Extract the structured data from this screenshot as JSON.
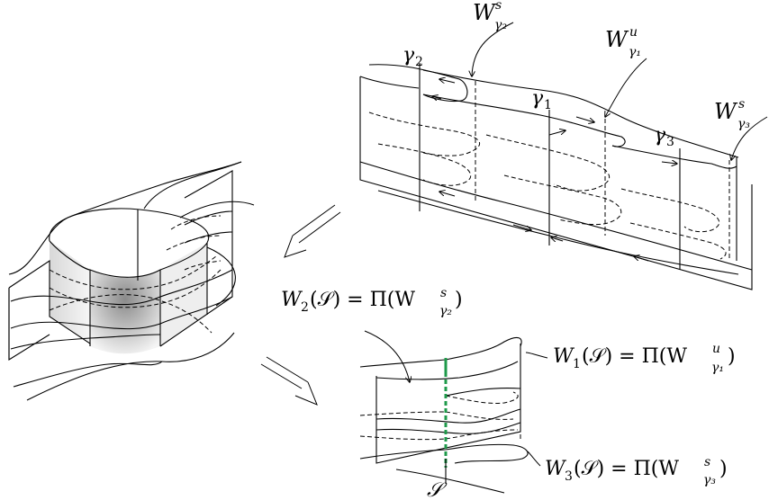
{
  "labels": {
    "gamma2": {
      "base": "γ",
      "sub": "2"
    },
    "gamma1": {
      "base": "γ",
      "sub": "1"
    },
    "gamma3": {
      "base": "γ",
      "sub": "3"
    },
    "w_s_gamma2": {
      "base": "W",
      "sup": "s",
      "sub": "γ₂"
    },
    "w_u_gamma1": {
      "base": "W",
      "sup": "u",
      "sub": "γ₁"
    },
    "w_s_gamma3": {
      "base": "W",
      "sup": "s",
      "sub": "γ₃"
    },
    "eq_w2": {
      "lhs": "W",
      "lhs_sub": "2",
      "mid": "(𝒮) = Π(W",
      "sup": "s",
      "sub": "γ₂",
      "end": ")"
    },
    "eq_w1": {
      "lhs": "W",
      "lhs_sub": "1",
      "mid": "(𝒮) = Π(W",
      "sup": "u",
      "sub": "γ₁",
      "end": ")"
    },
    "eq_w3": {
      "lhs": "W",
      "lhs_sub": "3",
      "mid": "(𝒮) = Π(W",
      "sup": "s",
      "sub": "γ₃",
      "end": ")"
    },
    "section": "𝒮"
  },
  "colors": {
    "section_line": "#1e9a4a",
    "ink": "#000000"
  }
}
